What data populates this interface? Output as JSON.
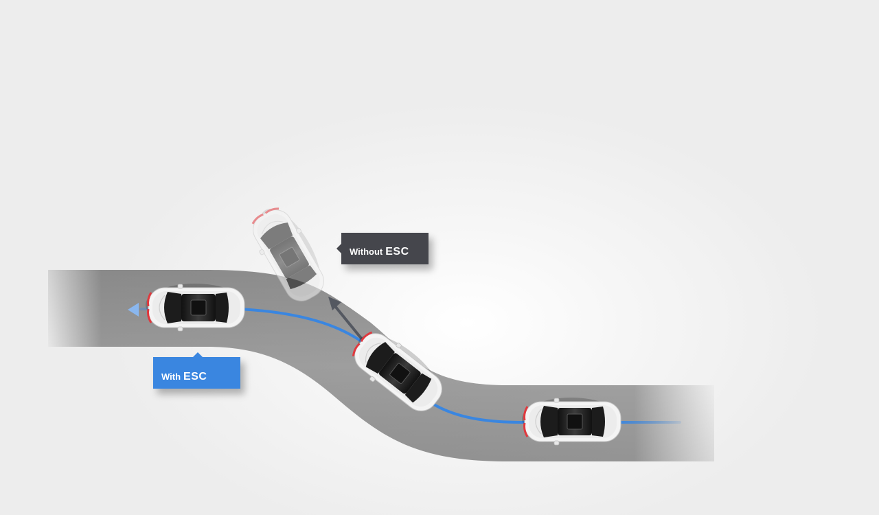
{
  "labels": {
    "without_prefix": "Without",
    "without_suffix": "ESC",
    "with_prefix": "With",
    "with_suffix": "ESC"
  },
  "colors": {
    "road": "#9a9a9a",
    "road_dark": "#7f7f7f",
    "path_with_esc": "#3a86e0",
    "path_without_esc": "#545861",
    "tag_without_bg": "#45464c",
    "tag_with_bg": "#3a86e0",
    "car_body": "#f2f2f2",
    "car_glass": "#222222",
    "tail_light": "#e0393e"
  },
  "icons": {
    "arrow_with_esc": "arrow-left-icon",
    "arrow_without_esc": "arrow-up-left-icon",
    "car": "car-top-view-icon"
  }
}
